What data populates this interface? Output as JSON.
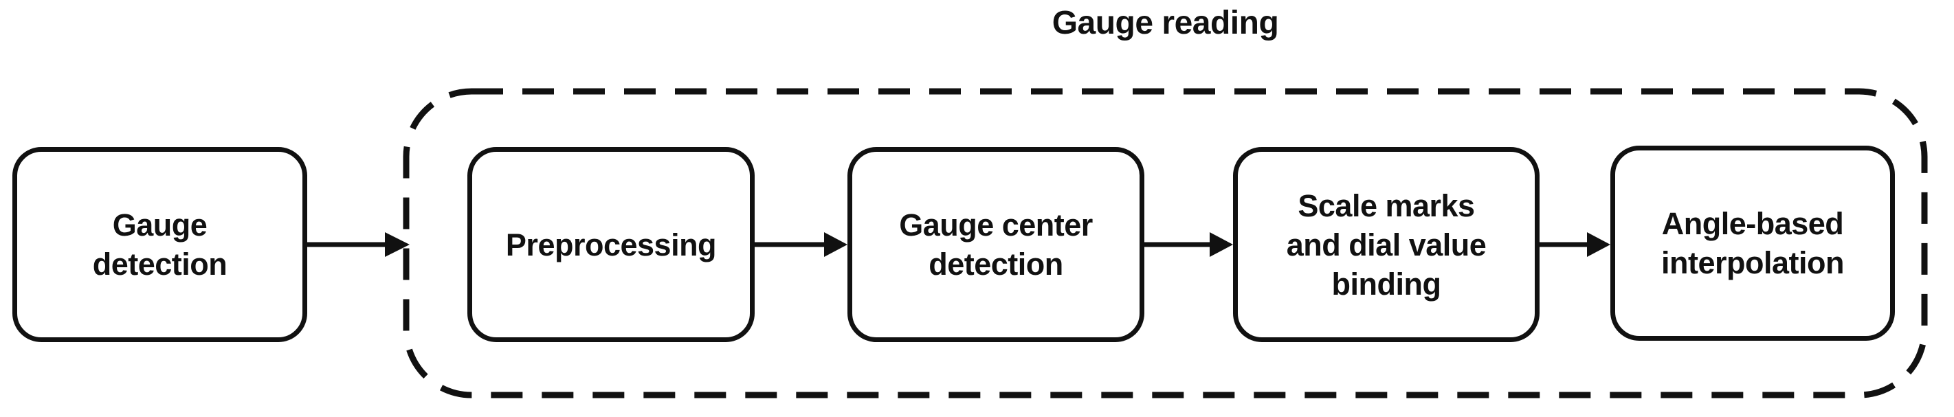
{
  "diagram": {
    "title": "Gauge reading",
    "nodes": [
      {
        "id": "gauge-detection",
        "label": "Gauge\ndetection",
        "in_group": false
      },
      {
        "id": "preprocessing",
        "label": "Preprocessing",
        "in_group": true
      },
      {
        "id": "gauge-center-detection",
        "label": "Gauge center\ndetection",
        "in_group": true
      },
      {
        "id": "scale-marks-dial-value-binding",
        "label": "Scale marks\nand dial value\nbinding",
        "in_group": true
      },
      {
        "id": "angle-based-interpolation",
        "label": "Angle-based\ninterpolation",
        "in_group": true
      }
    ],
    "group": {
      "name": "gauge-reading-group",
      "contains": [
        "preprocessing",
        "gauge-center-detection",
        "scale-marks-dial-value-binding",
        "angle-based-interpolation"
      ],
      "border_style": "dashed"
    },
    "edges": [
      {
        "from": "gauge-detection",
        "to": "preprocessing"
      },
      {
        "from": "preprocessing",
        "to": "gauge-center-detection"
      },
      {
        "from": "gauge-center-detection",
        "to": "scale-marks-dial-value-binding"
      },
      {
        "from": "scale-marks-dial-value-binding",
        "to": "angle-based-interpolation"
      }
    ],
    "colors": {
      "line": "#111111",
      "background": "#ffffff"
    }
  }
}
